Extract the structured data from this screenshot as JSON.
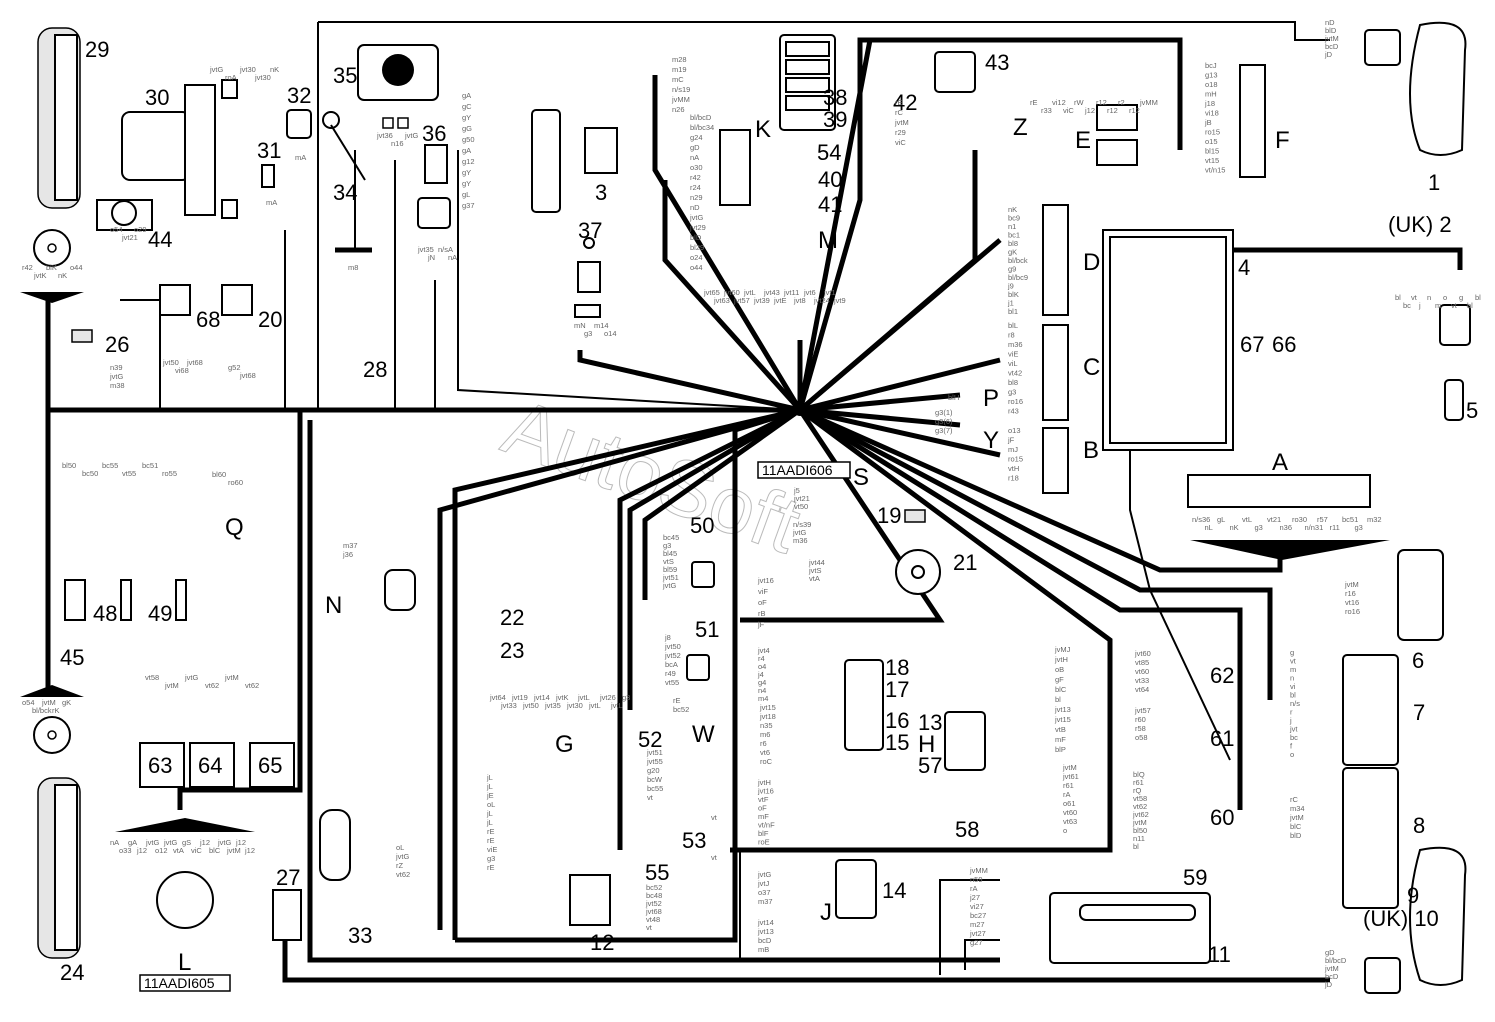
{
  "diagram": {
    "title": "Electrical wiring diagram",
    "watermark": "AutoSoft",
    "references": [
      {
        "id": "ref-605",
        "label": "11AADI605"
      },
      {
        "id": "ref-606",
        "label": "11AADI606"
      }
    ],
    "callouts": [
      {
        "id": "1",
        "label": "1"
      },
      {
        "id": "2",
        "label": "(UK) 2"
      },
      {
        "id": "3",
        "label": "3"
      },
      {
        "id": "4",
        "label": "4"
      },
      {
        "id": "5",
        "label": "5"
      },
      {
        "id": "6",
        "label": "6"
      },
      {
        "id": "7",
        "label": "7"
      },
      {
        "id": "8",
        "label": "8"
      },
      {
        "id": "9",
        "label": "9"
      },
      {
        "id": "10",
        "label": "(UK) 10"
      },
      {
        "id": "11",
        "label": "11"
      },
      {
        "id": "12",
        "label": "12"
      },
      {
        "id": "13",
        "label": "13"
      },
      {
        "id": "14",
        "label": "14"
      },
      {
        "id": "15",
        "label": "15"
      },
      {
        "id": "16",
        "label": "16"
      },
      {
        "id": "17",
        "label": "17"
      },
      {
        "id": "18",
        "label": "18"
      },
      {
        "id": "19",
        "label": "19"
      },
      {
        "id": "20",
        "label": "20"
      },
      {
        "id": "21",
        "label": "21"
      },
      {
        "id": "22",
        "label": "22"
      },
      {
        "id": "23",
        "label": "23"
      },
      {
        "id": "24",
        "label": "24"
      },
      {
        "id": "26",
        "label": "26"
      },
      {
        "id": "27",
        "label": "27"
      },
      {
        "id": "28",
        "label": "28"
      },
      {
        "id": "29",
        "label": "29"
      },
      {
        "id": "30",
        "label": "30"
      },
      {
        "id": "31",
        "label": "31"
      },
      {
        "id": "32",
        "label": "32"
      },
      {
        "id": "33",
        "label": "33"
      },
      {
        "id": "34",
        "label": "34"
      },
      {
        "id": "35",
        "label": "35"
      },
      {
        "id": "36",
        "label": "36"
      },
      {
        "id": "37",
        "label": "37"
      },
      {
        "id": "38",
        "label": "38"
      },
      {
        "id": "39",
        "label": "39"
      },
      {
        "id": "40",
        "label": "40"
      },
      {
        "id": "41",
        "label": "41"
      },
      {
        "id": "42",
        "label": "42"
      },
      {
        "id": "43",
        "label": "43"
      },
      {
        "id": "44",
        "label": "44"
      },
      {
        "id": "45",
        "label": "45"
      },
      {
        "id": "48",
        "label": "48"
      },
      {
        "id": "49",
        "label": "49"
      },
      {
        "id": "50",
        "label": "50"
      },
      {
        "id": "51",
        "label": "51"
      },
      {
        "id": "52",
        "label": "52"
      },
      {
        "id": "53",
        "label": "53"
      },
      {
        "id": "54",
        "label": "54"
      },
      {
        "id": "55",
        "label": "55"
      },
      {
        "id": "57",
        "label": "57"
      },
      {
        "id": "58",
        "label": "58"
      },
      {
        "id": "59",
        "label": "59"
      },
      {
        "id": "60",
        "label": "60"
      },
      {
        "id": "61",
        "label": "61"
      },
      {
        "id": "62",
        "label": "62"
      },
      {
        "id": "63",
        "label": "63"
      },
      {
        "id": "64",
        "label": "64"
      },
      {
        "id": "65",
        "label": "65"
      },
      {
        "id": "66",
        "label": "66"
      },
      {
        "id": "67",
        "label": "67"
      },
      {
        "id": "68",
        "label": "68"
      }
    ],
    "letters": [
      "A",
      "B",
      "C",
      "D",
      "E",
      "F",
      "G",
      "H",
      "J",
      "K",
      "L",
      "M",
      "N",
      "P",
      "Q",
      "S",
      "W",
      "Y",
      "Z"
    ],
    "connectors": {
      "c3_plug": [
        "gA",
        "gC",
        "gY",
        "gG",
        "g50",
        "gA",
        "g12",
        "gY",
        "gY",
        "gL",
        "g37"
      ],
      "c38_39": [
        "m28",
        "m19",
        "mC",
        "n/s19",
        "jvMM",
        "n26"
      ],
      "K": [
        "bl/bcD",
        "bl/bc34",
        "g24",
        "gD",
        "nA",
        "o30",
        "r42",
        "r24",
        "n29",
        "nD",
        "jvtG",
        "jvt29",
        "blD",
        "bl29",
        "o24",
        "o44"
      ],
      "M": [
        "jvt65",
        "jvt63",
        "jvt60",
        "jvt57",
        "jvtL",
        "jvt39",
        "jvt43",
        "jvtE",
        "jvt11",
        "jvt8",
        "jvt6",
        "jvt24",
        "jvt1",
        "jvt9"
      ],
      "F": [
        "bcJ",
        "g13",
        "o18",
        "mH",
        "j18",
        "vi18",
        "jB",
        "ro15",
        "o15",
        "bl15",
        "vt15",
        "vt/n15"
      ],
      "D": [
        "nK",
        "bc9",
        "n1",
        "bc1",
        "bl8",
        "gK",
        "bl/bck",
        "g9",
        "bl/bc9",
        "j9",
        "blK",
        "j1",
        "bl1"
      ],
      "C": [
        "blL",
        "r8",
        "m36",
        "viE",
        "viL",
        "vt42",
        "bl8",
        "g3",
        "ro16",
        "r43"
      ],
      "B": [
        "o13",
        "jF",
        "mJ",
        "ro15",
        "vtH",
        "r18"
      ],
      "E_Z": [
        "rE",
        "r33",
        "vi12",
        "viC",
        "rW",
        "j12",
        "r12",
        "r12",
        "r2",
        "r12",
        "jvMM"
      ],
      "A": [
        "n/s36",
        "nL",
        "gL",
        "nK",
        "vtL",
        "g3",
        "vt21",
        "n36",
        "ro30",
        "n/n31",
        "r57",
        "r11",
        "bc51",
        "g3",
        "m32"
      ],
      "c1_headlamp": [
        "nD",
        "blD",
        "jvtM",
        "bcD",
        "jD"
      ],
      "c9_headlamp": [
        "gD",
        "bl/bcD",
        "jvtM",
        "bcD",
        "jD"
      ],
      "c5_switch": [
        "bl",
        "bc",
        "vt",
        "j",
        "n",
        "m",
        "o",
        "vt",
        "g",
        "bl",
        "bl"
      ],
      "c6": [
        "jvtM",
        "r16",
        "vt16",
        "ro16"
      ],
      "c7": [
        "g",
        "vt",
        "m",
        "n",
        "vi",
        "bl",
        "n/s",
        "r",
        "j",
        "jvt",
        "bc",
        "f",
        "o"
      ],
      "c8": [
        "rC",
        "m34",
        "jvtM",
        "blC",
        "blD"
      ],
      "c62": [
        "jvt60",
        "vt85",
        "vt60",
        "vt33",
        "vt64"
      ],
      "c61": [
        "jvt57",
        "r60",
        "r58",
        "o58"
      ],
      "c60": [
        "blQ",
        "r61",
        "rQ",
        "vt58",
        "vt62",
        "jvt62",
        "jvtM",
        "bl50",
        "n11",
        "bl"
      ],
      "c58": [
        "jvtM",
        "jvt61",
        "r61",
        "rA",
        "o61",
        "vt60",
        "vt63",
        "o"
      ],
      "H_13_57": [
        "jvMJ",
        "jvtH",
        "oB",
        "gF",
        "blC",
        "bl",
        "jvt13",
        "jvt15",
        "vtB",
        "mF",
        "blP"
      ],
      "c18_17": [
        "jvt4",
        "r4",
        "o4",
        "j4",
        "g4",
        "n4",
        "m4"
      ],
      "c16_15": [
        "jvt15",
        "jvt18",
        "n35",
        "m6",
        "r6",
        "vt6",
        "roC"
      ],
      "c_top_left_lamps": [
        "jvt16",
        "viF",
        "oF",
        "rB",
        "jF"
      ],
      "c_mid_left": [
        "jvtH",
        "jvt16",
        "vtF",
        "oF",
        "mF",
        "vt/nF",
        "blF",
        "roE"
      ],
      "c14": [
        "jvtG",
        "jvtJ",
        "o37",
        "m37"
      ],
      "J": [
        "jvt14",
        "jvt13",
        "bcD",
        "mB"
      ],
      "c11_diag": [
        "jvMM",
        "n59",
        "rA",
        "j27",
        "vi27",
        "bc27",
        "m27",
        "jvt27",
        "g27"
      ],
      "c50": [
        "bc45",
        "g3",
        "bl45",
        "vtS",
        "bl59",
        "jvt51",
        "jvtG"
      ],
      "c51": [
        "j8",
        "jvt50",
        "jvt52",
        "bcA",
        "r49",
        "vt55"
      ],
      "W": [
        "rE",
        "bc52"
      ],
      "c52": [
        "jvt51",
        "jvt55",
        "g20",
        "bcW",
        "bc55",
        "vt"
      ],
      "c53": [
        "vt",
        "vt"
      ],
      "c55": [
        "bc52",
        "bc48",
        "jvt52",
        "jvt68",
        "vt48",
        "vt"
      ],
      "G": [
        "jvt64",
        "jvt33",
        "jvt19",
        "jvt50",
        "jvt14",
        "jvt35",
        "jvtK",
        "jvt30",
        "jvtL",
        "jvtL",
        "jvt26",
        "jvtL",
        "g3"
      ],
      "c12": [
        "jL",
        "jL",
        "jE",
        "oL",
        "jL",
        "jL",
        "rE",
        "rE",
        "viE",
        "g3",
        "rE"
      ],
      "S": [
        "j5",
        "jvt21",
        "vt50"
      ],
      "c19": [
        "n/s39",
        "jvtG",
        "m36"
      ],
      "c21": [
        "jvt44",
        "jvtS",
        "vtA"
      ],
      "P": [
        "blH"
      ],
      "Y": [
        "g3(1)",
        "g3(6)",
        "g3(7)"
      ],
      "c43_42": [
        "rE",
        "rC",
        "jvtM",
        "r29",
        "viC"
      ],
      "c37": [
        "mN",
        "g3",
        "m14",
        "o14"
      ],
      "c36": [
        "jvt35",
        "jN",
        "n/sA",
        "nA"
      ],
      "c35": [
        "jvt36",
        "n16",
        "jvtG"
      ],
      "c34": [
        "m8"
      ],
      "c32": [
        "mA"
      ],
      "c31": [
        "mA"
      ],
      "c30": [
        "jvtG",
        "roA",
        "jvt30",
        "jvt30",
        "nK"
      ],
      "c44": [
        "o54",
        "jvt21",
        "o29"
      ],
      "c_top_left_round": [
        "r42",
        "jvtK",
        "blK",
        "nK",
        "o44"
      ],
      "c26": [
        "n39",
        "jvtG",
        "m38"
      ],
      "c68": [
        "jvt50",
        "vi68",
        "jvt68"
      ],
      "c20": [
        "g52",
        "jvt68"
      ],
      "c45_48_49": [
        "bl50",
        "bc50",
        "bc55",
        "vt55",
        "bc51",
        "ro55"
      ],
      "Q": [
        "bl60",
        "ro60"
      ],
      "c63_64_65": [
        "vt58",
        "jvtM",
        "jvtG",
        "vt62",
        "jvtM",
        "vt62"
      ],
      "c_bottom_left_round": [
        "o54",
        "bl/bck",
        "jvtM",
        "rK",
        "gK"
      ],
      "L": [
        "nA",
        "o33",
        "gA",
        "j12",
        "jvtG",
        "o12",
        "jvtG",
        "vtA",
        "gS",
        "viC",
        "j12",
        "blC",
        "jvtG",
        "jvtM",
        "j12",
        "j12"
      ],
      "c33": [
        "oL",
        "jvtG",
        "rZ",
        "vt62"
      ],
      "N": [
        "m37",
        "j36"
      ]
    }
  }
}
